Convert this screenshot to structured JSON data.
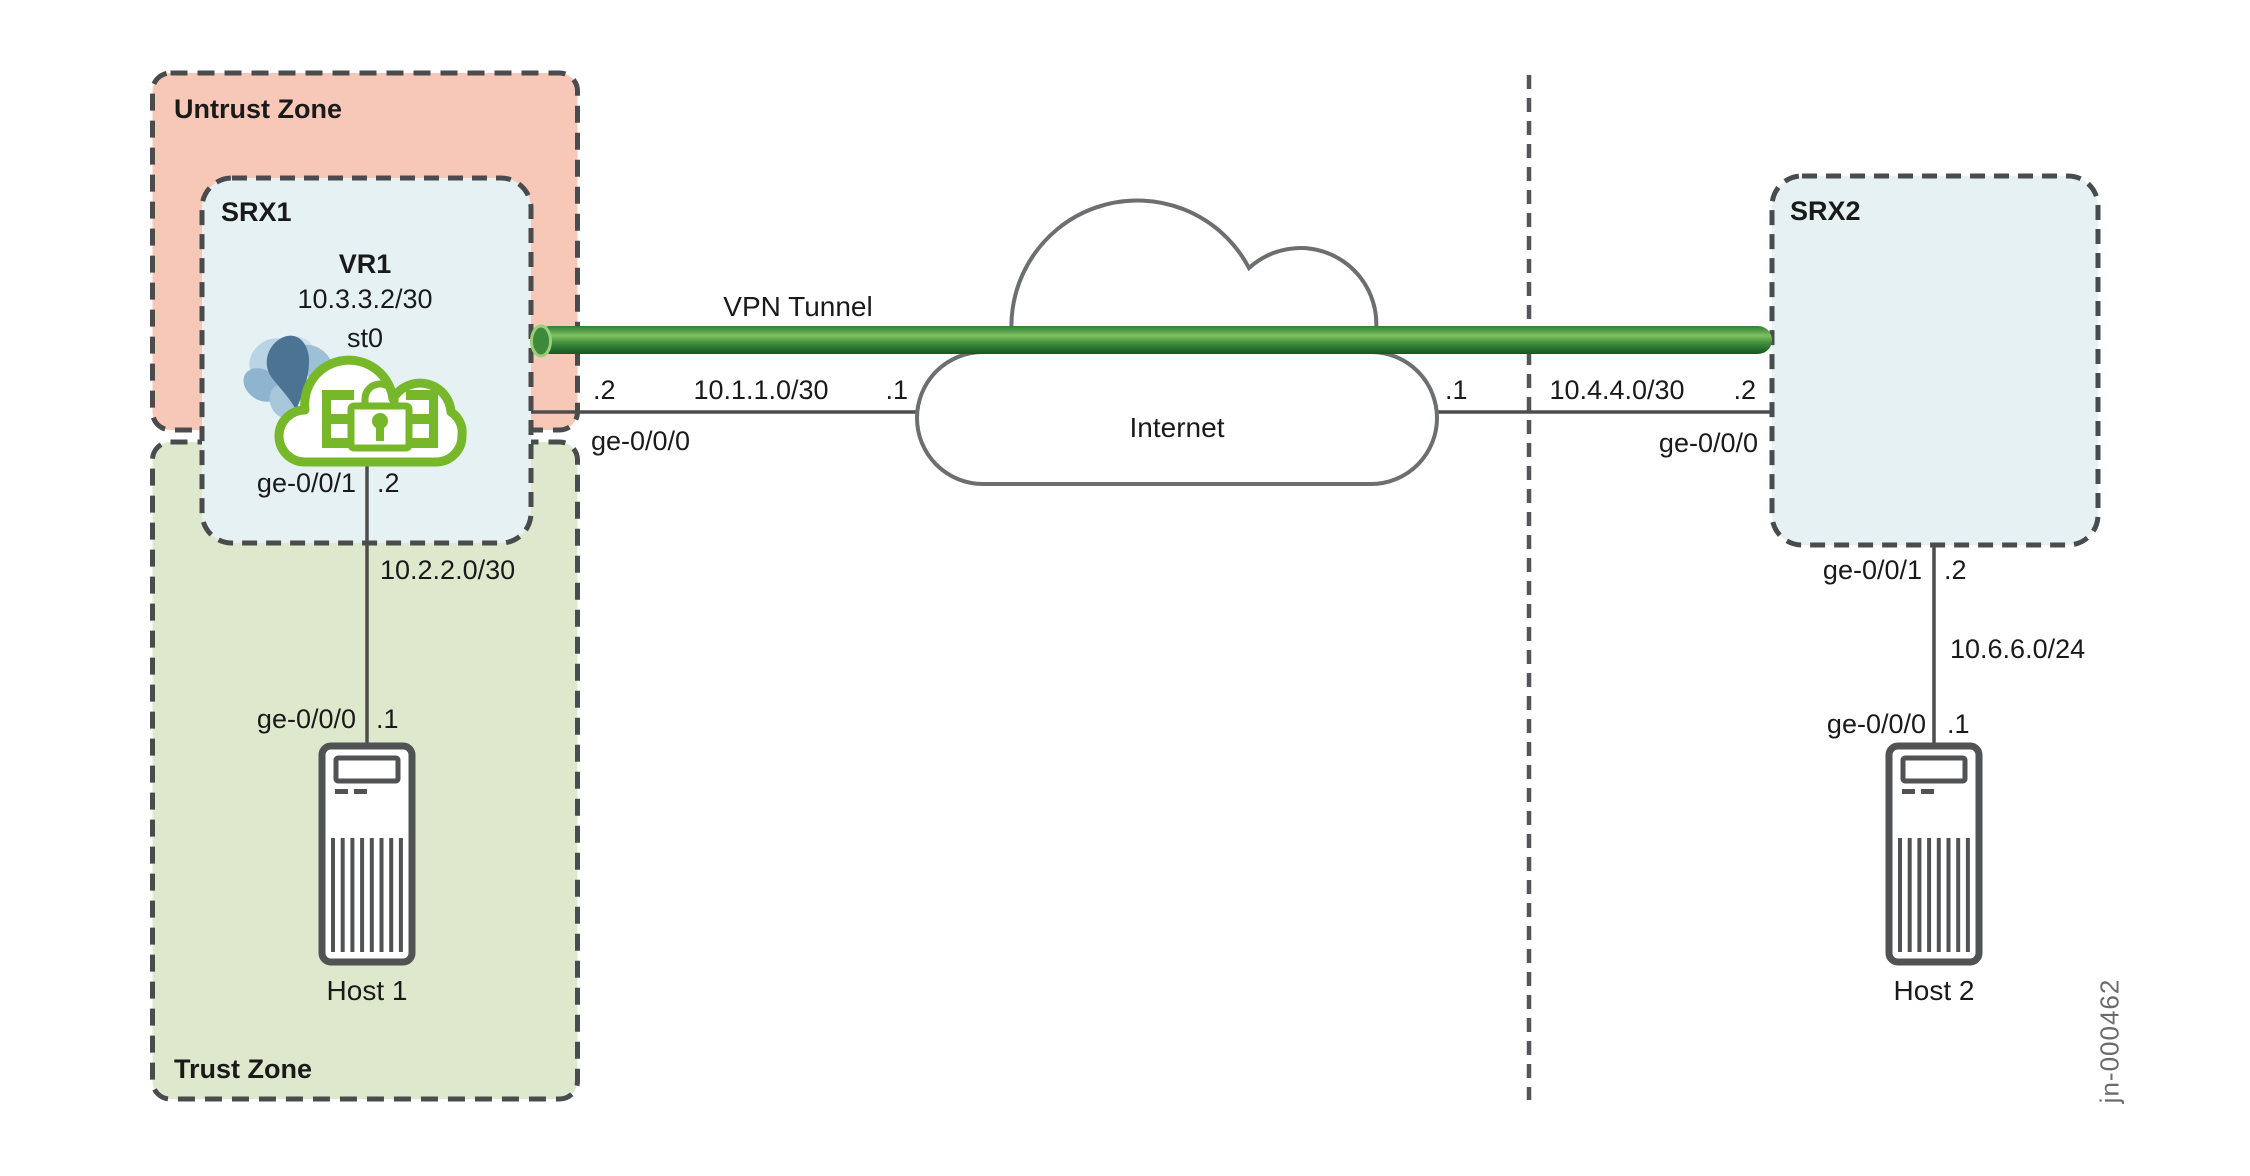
{
  "zones": {
    "untrust_label": "Untrust Zone",
    "trust_label": "Trust Zone"
  },
  "srx1": {
    "name": "SRX1",
    "vr_name": "VR1",
    "vr_ip": "10.3.3.2/30",
    "tunnel_interface": "st0",
    "wan_interface": "ge-0/0/0",
    "wan_ip": ".2",
    "lan_interface": "ge-0/0/1",
    "lan_ip": ".2"
  },
  "srx2": {
    "name": "SRX2",
    "wan_interface": "ge-0/0/0",
    "wan_ip": ".2",
    "lan_interface": "ge-0/0/1",
    "lan_ip": ".2"
  },
  "wan1": {
    "subnet": "10.1.1.0/30",
    "internet_ip": ".1"
  },
  "wan2": {
    "subnet": "10.4.4.0/30",
    "internet_ip": ".1"
  },
  "lan1": {
    "subnet": "10.2.2.0/30",
    "host_interface": "ge-0/0/0",
    "host_ip": ".1"
  },
  "lan2": {
    "subnet": "10.6.6.0/24",
    "host_interface": "ge-0/0/0",
    "host_ip": ".1"
  },
  "tunnel": {
    "label": "VPN Tunnel"
  },
  "internet": {
    "label": "Internet"
  },
  "hosts": {
    "host1": "Host 1",
    "host2": "Host 2"
  },
  "figure_id": "jn-000462",
  "colors": {
    "untrust_fill": "#f7c8b8",
    "trust_fill": "#dde8cc",
    "srx_fill": "#e6f1f4",
    "juniper_green": "#76b82a",
    "tunnel_light": "#7fc25f",
    "tunnel_dark": "#175620",
    "border_gray": "#4a4b4d",
    "line_gray": "#4d4d4d",
    "cloud_gray": "#6d6e71",
    "figure_text_gray": "#6a6b6e"
  }
}
